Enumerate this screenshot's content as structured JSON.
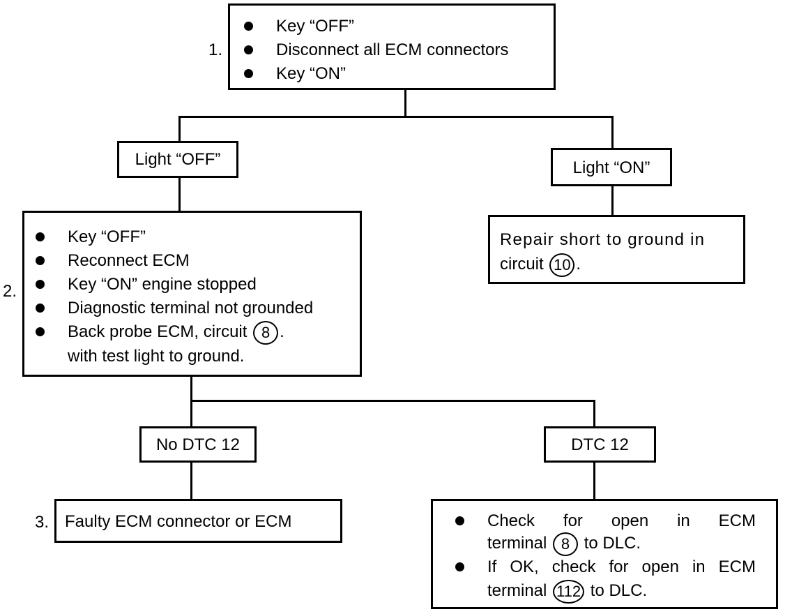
{
  "steps": {
    "step1": {
      "number": "1.",
      "bullets": [
        "Key “OFF”",
        "Disconnect all ECM connectors",
        "Key “ON”"
      ]
    },
    "light_off": "Light “OFF”",
    "light_on": "Light “ON”",
    "repair_short": {
      "line1": "Repair short to ground in",
      "line2_prefix": "circuit",
      "circuit": "10",
      "line2_suffix": "."
    },
    "step2": {
      "number": "2.",
      "bullets": [
        "Key “OFF”",
        "Reconnect ECM",
        "Key “ON” engine stopped",
        "Diagnostic terminal not grounded"
      ],
      "last_bullet_prefix": "Back probe ECM, circuit",
      "last_bullet_circuit": "8",
      "last_bullet_suffix": ".",
      "last_bullet_line2": "with test light to ground."
    },
    "no_dtc": "No DTC 12",
    "dtc": "DTC 12",
    "step3": {
      "number": "3.",
      "text": "Faulty ECM connector or ECM"
    },
    "check_open": {
      "b1_line1": "Check for open in ECM",
      "b1_line2_prefix": "terminal",
      "b1_terminal": "8",
      "b1_line2_suffix": "to DLC.",
      "b2_line1": "If OK, check for open in ECM",
      "b2_line2_prefix": "terminal",
      "b2_terminal": "112",
      "b2_line2_suffix": "to DLC."
    }
  }
}
